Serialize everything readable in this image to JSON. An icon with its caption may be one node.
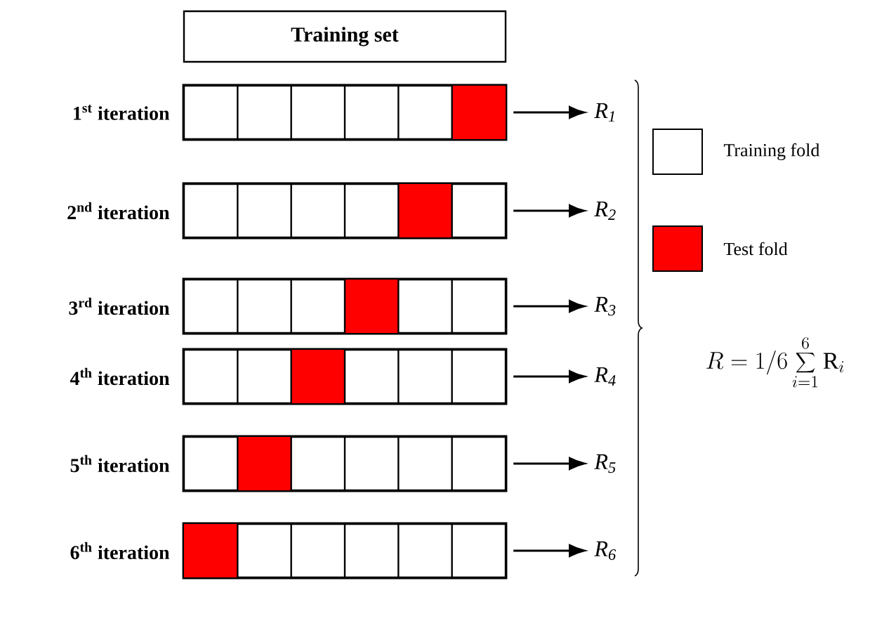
{
  "diagram": {
    "nodes": [
      {
        "text": [
          "Training set"
        ]
      },
      {
        "text": [],
        "shape": "bar",
        "beside": [
          "1$^{st}$ iteration"
        ]
      },
      {
        "text": [],
        "shape": "bar",
        "beside": [
          "2$^{nd}$ iteration"
        ]
      },
      {
        "text": [],
        "shape": "bar",
        "beside": [
          "3$^{rd}$ iteration"
        ]
      },
      {
        "text": [],
        "shape": "bar",
        "beside": [
          "4$^{th}$ iteration"
        ]
      },
      {
        "text": [],
        "shape": "bar",
        "beside": [
          "5$^{th}$ iteration"
        ]
      },
      {
        "text": [],
        "shape": "bar",
        "beside": [
          "6$^{th}$ iteration"
        ]
      },
      {
        "text": [
          "R$_{1}$"
        ]
      },
      {
        "text": [
          "R$_{2}$"
        ]
      },
      {
        "text": [
          "R$_{3}$"
        ]
      },
      {
        "text": [
          "R$_{4}$"
        ]
      },
      {
        "text": [
          "R$_{5}$"
        ]
      },
      {
        "text": [
          "R$_{6}$"
        ]
      }
    ],
    "edges": [
      {
        "from": 1,
        "to": 7,
        "arrow": "to"
      },
      {
        "from": 2,
        "to": 8,
        "arrow": "to"
      },
      {
        "from": 3,
        "to": 9,
        "arrow": "to"
      },
      {
        "from": 4,
        "to": 10,
        "arrow": "to"
      },
      {
        "from": 5,
        "to": 11,
        "arrow": "to"
      },
      {
        "from": 6,
        "to": 12,
        "arrow": "to"
      }
    ],
    "labels": [
      "R=1/6\\sum_{i=1}^{6}\\mathrm{R}_{i}"
    ],
    "legend": [
      {
        "text": "Training fold"
      },
      {
        "text": "Test fold",
        "color": "#ff0000"
      }
    ]
  }
}
